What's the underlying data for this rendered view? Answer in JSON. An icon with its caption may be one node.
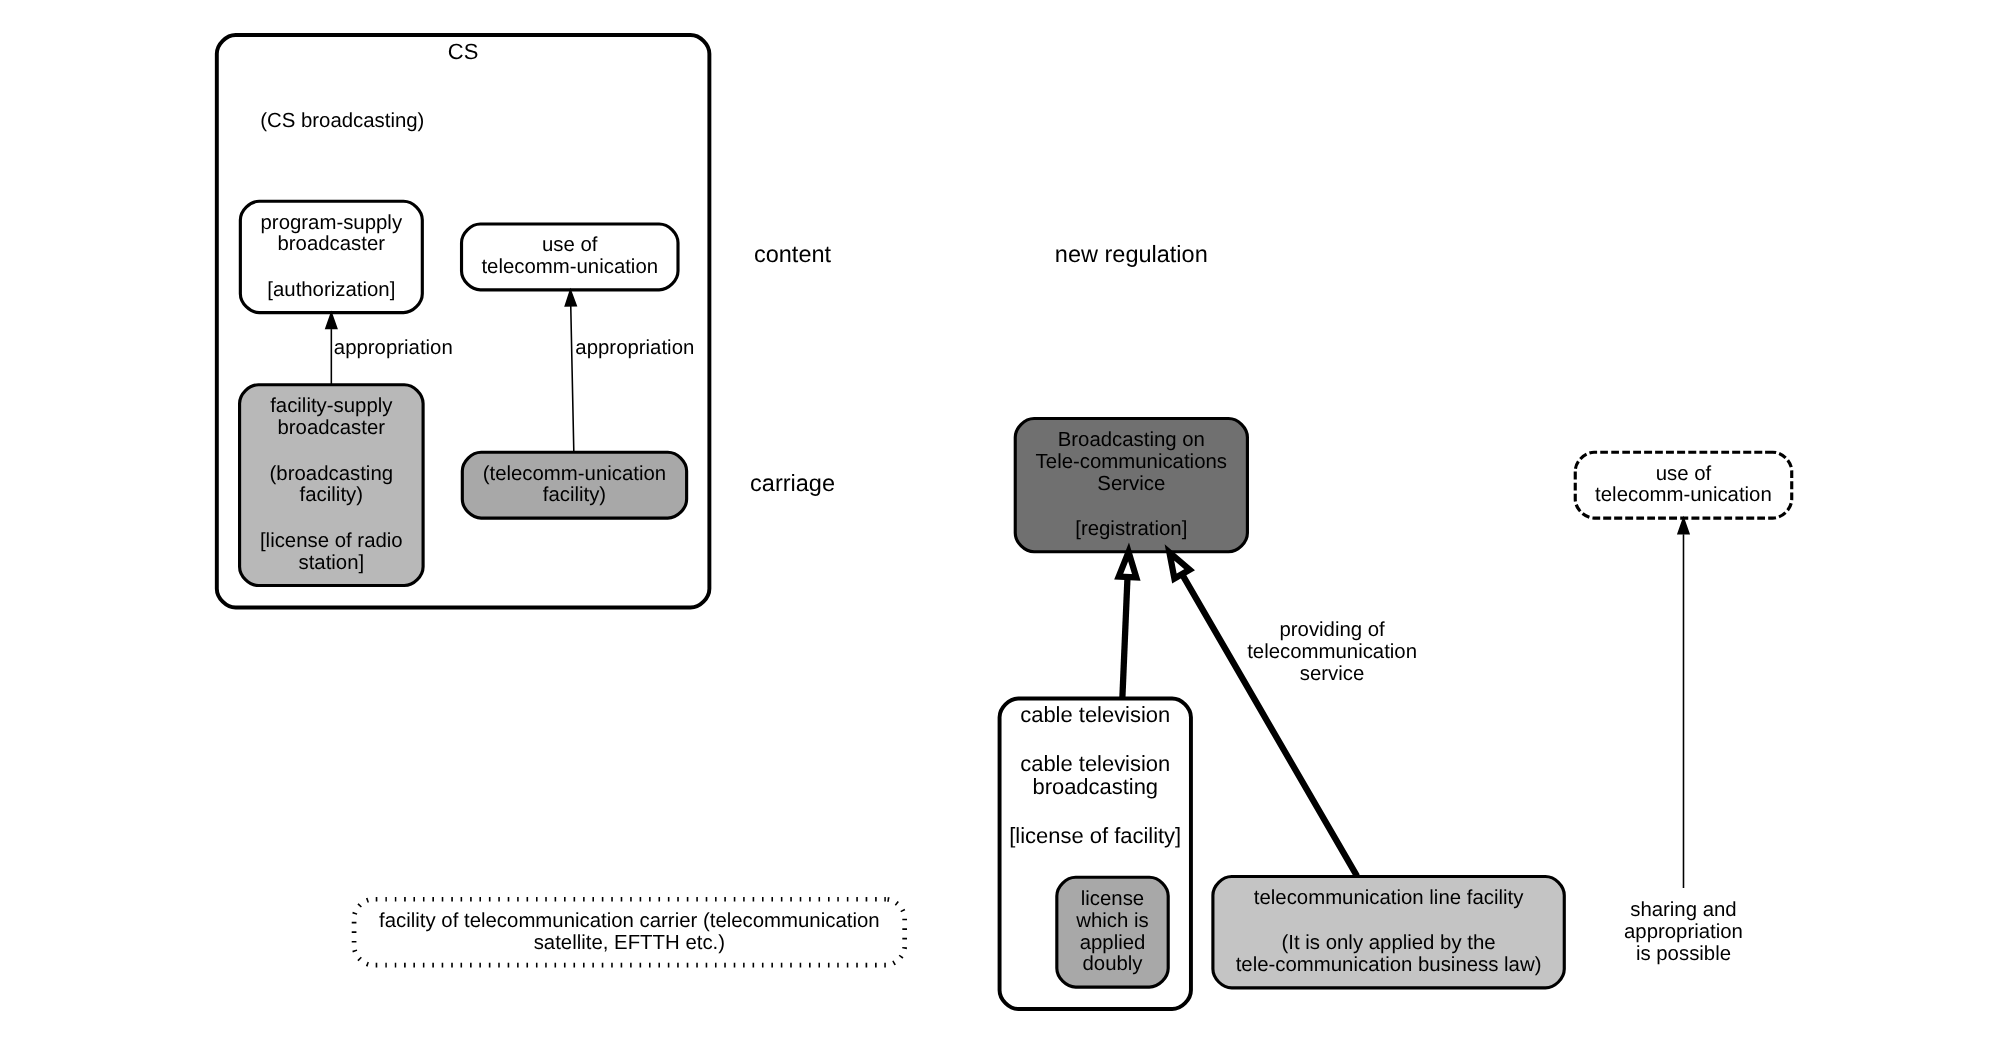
{
  "diagram": {
    "nodes": [
      {
        "text": [
          "CS"
        ]
      },
      {
        "text": [
          "use of telecomm-unication"
        ],
        "in": 0
      },
      {
        "text": [
          "program-supply broadcaster",
          "[authorization]"
        ],
        "in": 0,
        "beside": [
          "(CS broadcasting)"
        ]
      },
      {
        "text": [
          "(telecomm-unication facility)"
        ],
        "in": 0
      },
      {
        "text": [
          "facility-supply broadcaster",
          "(broadcasting facility)",
          "[license of radio station]"
        ],
        "in": 0
      },
      {
        "text": [
          "cable television",
          "cable television broadcasting",
          "[license of facility]"
        ]
      },
      {
        "text": [
          "license which is applied doubly"
        ],
        "in": 5
      },
      {
        "text": [
          "facility of telecommunication carrier (telecommunication satellite, EFTTH etc.)"
        ]
      },
      {
        "text": [
          "Broadcasting on Tele-communications Service",
          "[registration]"
        ]
      },
      {
        "text": [
          "use of telecomm-unication"
        ]
      },
      {
        "text": [
          "telecommunication line facility",
          "(It is only applied by the tele-communication business law)"
        ]
      },
      {
        "text": [
          "sharing and appropriation is possible"
        ]
      }
    ],
    "edges": [
      {
        "from": 3,
        "to": 1,
        "arrow": "to",
        "label": "appropriation"
      },
      {
        "from": 4,
        "to": 2,
        "arrow": "to",
        "label": "appropriation"
      },
      {
        "from": 5,
        "to": 8,
        "arrow": "to",
        "style": "thick"
      },
      {
        "from": 10,
        "to": 8,
        "arrow": "to",
        "style": "thick",
        "label": "providing of telecommunication service"
      },
      {
        "from": 11,
        "to": 9,
        "arrow": "to"
      }
    ],
    "labels": [
      "content",
      "carriage",
      "new regulation"
    ]
  }
}
